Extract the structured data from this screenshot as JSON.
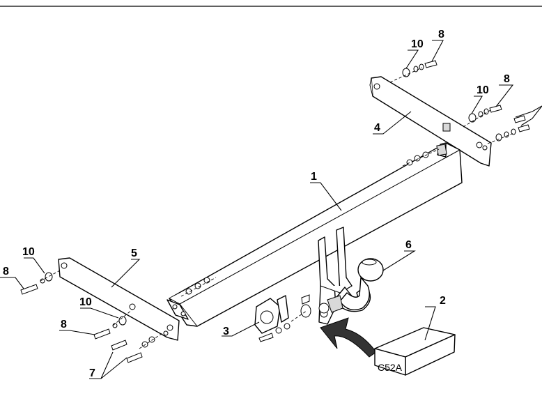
{
  "callouts": {
    "c1": "1",
    "c2": "2",
    "c3": "3",
    "c4": "4",
    "c5": "5",
    "c6": "6",
    "c7": "7",
    "c8_top": "8",
    "c8_right": "8",
    "c8_left": "8",
    "c8_mid": "8",
    "c10_top": "10",
    "c10_right": "10",
    "c10_left": "10",
    "c10_mid": "10"
  },
  "box_label": "C52A",
  "colors": {
    "line": "#000000",
    "background": "#ffffff"
  }
}
